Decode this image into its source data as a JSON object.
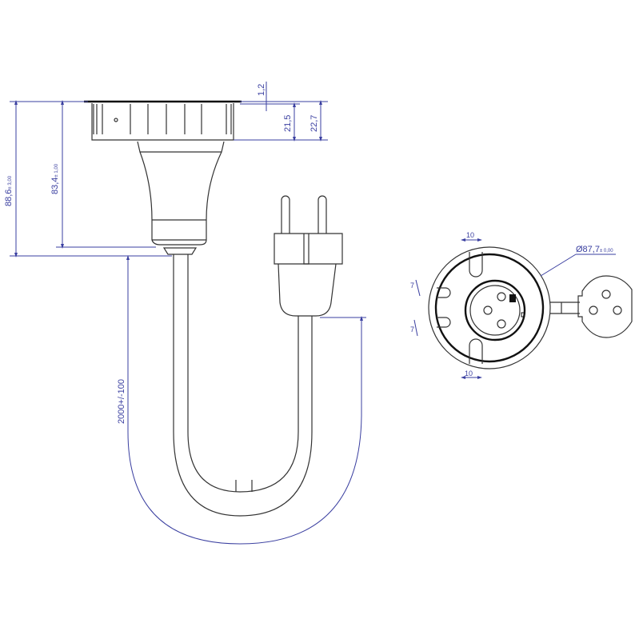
{
  "drawing": {
    "side_view": {
      "dim_flange_thickness": "1,2",
      "dim_flange_height": "21,5",
      "dim_flange_total": "22,7",
      "dim_total_height": "88,6",
      "dim_total_height_tol": "± 3,00",
      "dim_body_height": "83,4",
      "dim_body_height_tol": "± 1,00",
      "dim_cable_length": "2000+/-100"
    },
    "top_view": {
      "dim_diameter": "Ø87,7",
      "dim_diameter_tol": "± 0,00",
      "dim_slot_top": "10",
      "dim_slot_bottom": "10",
      "dim_notch_upper": "7",
      "dim_notch_lower": "7"
    },
    "colors": {
      "dimension": "#3a3fa0",
      "outline": "#333333"
    }
  }
}
